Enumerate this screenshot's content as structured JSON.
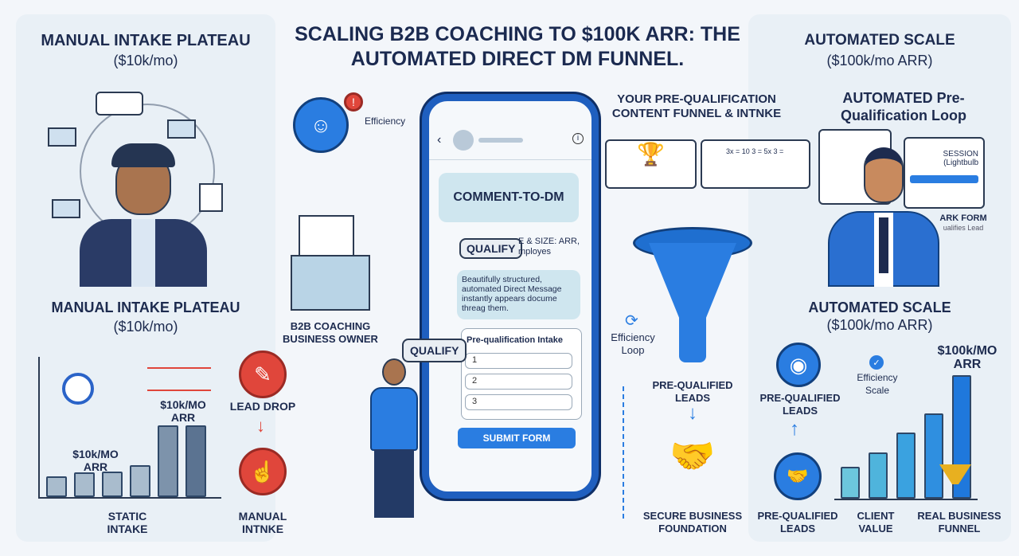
{
  "title": "SCALING B2B COACHING TO $100K ARR: THE AUTOMATED DIRECT DM FUNNEL.",
  "left": {
    "heading": "MANUAL INTAKE PLATEAU",
    "subheading": "($10k/mo)",
    "heading2": "MANUAL INTAKE PLATEAU",
    "subheading2": "($10k/mo)",
    "bar_label_low": "$10k/MO ARR",
    "bar_label_high": "$10k/MO ARR",
    "axis_label": "STATIC INTAKE",
    "bars": [
      1,
      1.2,
      1.25,
      1.55,
      3.5,
      3.5
    ],
    "lead_drop": "LEAD DROP",
    "manual_intake": "MANUAL INTNKE"
  },
  "center": {
    "efficiency": "Efficiency",
    "owner_label": "B2B COACHING BUSINESS OWNER",
    "qualify_bubble": "QUALIFY"
  },
  "phone": {
    "comment_to_dm": "COMMENT-TO-DM",
    "qualify": "QUALIFY",
    "partial_text": "E & SIZE: ARR, mployes",
    "dm_text": "Beautifully structured, automated Direct Message instantly appears docume threag them.",
    "form_title": "Pre-qualification Intake",
    "fields": [
      "1",
      "2",
      "3"
    ],
    "submit": "SUBMIT FORM"
  },
  "funnel": {
    "heading": "YOUR PRE-QUALIFICATION CONTENT FUNNEL & INTNKE",
    "loop": "Efficiency Loop",
    "prequalified": "PRE-QUALIFIED LEADS",
    "secure": "SECURE BUSINESS FOUNDATION",
    "math": "3x = 10  3 = 5x  3 ="
  },
  "right": {
    "heading": "AUTOMATED SCALE",
    "subheading": "($100k/mo ARR)",
    "loop_heading": "AUTOMATED Pre-Qualification Loop",
    "session": "SESSION (Lightbulb",
    "form": "ARK FORM",
    "form_sub": "ualifies Lead",
    "heading2": "AUTOMATED SCALE",
    "subheading2": "($100k/mo ARR)",
    "prequalified": "PRE-QUALIFIED LEADS",
    "prequalified_bottom": "PRE-QUALIFIED LEADS",
    "efficiency_scale": "Efficiency Scale",
    "bar_label": "$100k/MO ARR",
    "bars": [
      2,
      2.9,
      4.1,
      5.3,
      7.7
    ],
    "client_value": "CLIENT VALUE",
    "real_funnel": "REAL BUSINESS FUNNEL"
  },
  "colors": {
    "navy": "#1d2b4f",
    "blue": "#2a7de1",
    "red": "#e0463b",
    "panel": "#e9f0f6"
  }
}
